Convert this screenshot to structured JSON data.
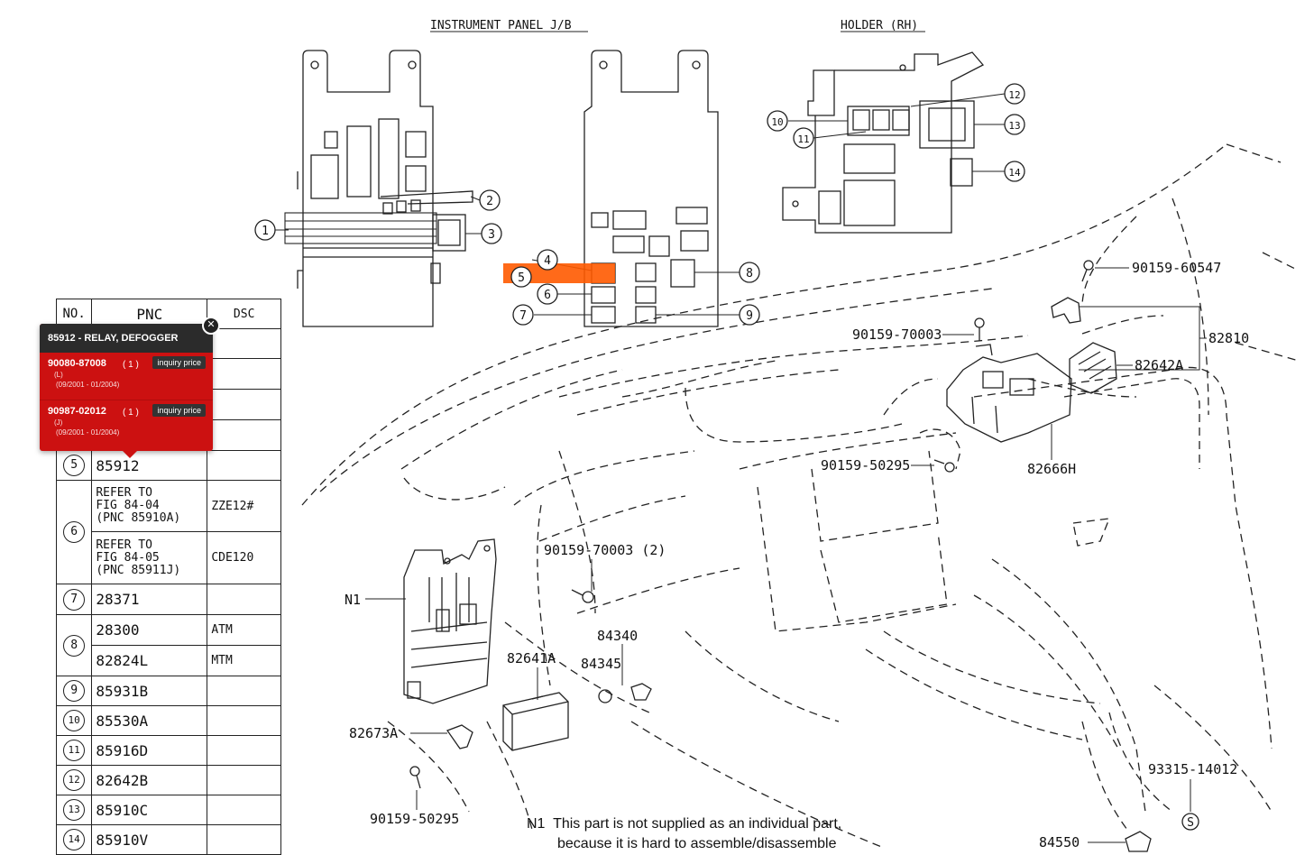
{
  "titles": {
    "panel_jb": "INSTRUMENT PANEL J/B",
    "holder": "HOLDER (RH)"
  },
  "callouts": [
    "1",
    "2",
    "3",
    "4",
    "5",
    "6",
    "7",
    "8",
    "9",
    "10",
    "11",
    "12",
    "13",
    "14"
  ],
  "highlight_color": "#ff5a00",
  "part_labels": {
    "p90159_60547": "90159-60547",
    "p82810": "82810",
    "p90159_70003": "90159-70003",
    "p82642A": "82642A",
    "p90159_50295_a": "90159-50295",
    "p82666H": "82666H",
    "p90159_70003_2": "90159-70003 (2)",
    "pN1": "N1",
    "p84340": "84340",
    "p82641A": "82641A",
    "p84345": "84345",
    "p82673A": "82673A",
    "p90159_50295_b": "90159-50295",
    "p93315_14012": "93315-14012",
    "p84550": "84550"
  },
  "table": {
    "headers": {
      "no": "NO.",
      "pnc": "PNC",
      "dsc": "DSC"
    },
    "rows": [
      {
        "no": "5",
        "pnc": "85912",
        "dsc": ""
      },
      {
        "no": "6",
        "pnc": "REFER TO\nFIG 84-04\n(PNC 85910A)",
        "dsc": "ZZE12#"
      },
      {
        "no": "",
        "pnc": "REFER TO\nFIG 84-05\n(PNC 85911J)",
        "dsc": "CDE120"
      },
      {
        "no": "7",
        "pnc": "28371",
        "dsc": ""
      },
      {
        "no": "8",
        "pnc": "28300",
        "dsc": "ATM"
      },
      {
        "no": "",
        "pnc": "82824L",
        "dsc": "MTM"
      },
      {
        "no": "9",
        "pnc": "85931B",
        "dsc": ""
      },
      {
        "no": "10",
        "pnc": "85530A",
        "dsc": ""
      },
      {
        "no": "11",
        "pnc": "85916D",
        "dsc": ""
      },
      {
        "no": "12",
        "pnc": "82642B",
        "dsc": ""
      },
      {
        "no": "13",
        "pnc": "85910C",
        "dsc": ""
      },
      {
        "no": "14",
        "pnc": "85910V",
        "dsc": ""
      }
    ]
  },
  "popup": {
    "title": "85912 - RELAY, DEFOGGER",
    "items": [
      {
        "part": "90080-87008",
        "qty": "( 1 )",
        "button": "inquiry price",
        "note": "(L)",
        "date": "(09/2001 - 01/2004)"
      },
      {
        "part": "90987-02012",
        "qty": "( 1 )",
        "button": "inquiry price",
        "note": "(J)",
        "date": "(09/2001 - 01/2004)"
      }
    ]
  },
  "footnote": {
    "tag": "N1",
    "line1": "This part is not supplied as an individual part,",
    "line2": "because it is hard to assemble/disassemble"
  }
}
